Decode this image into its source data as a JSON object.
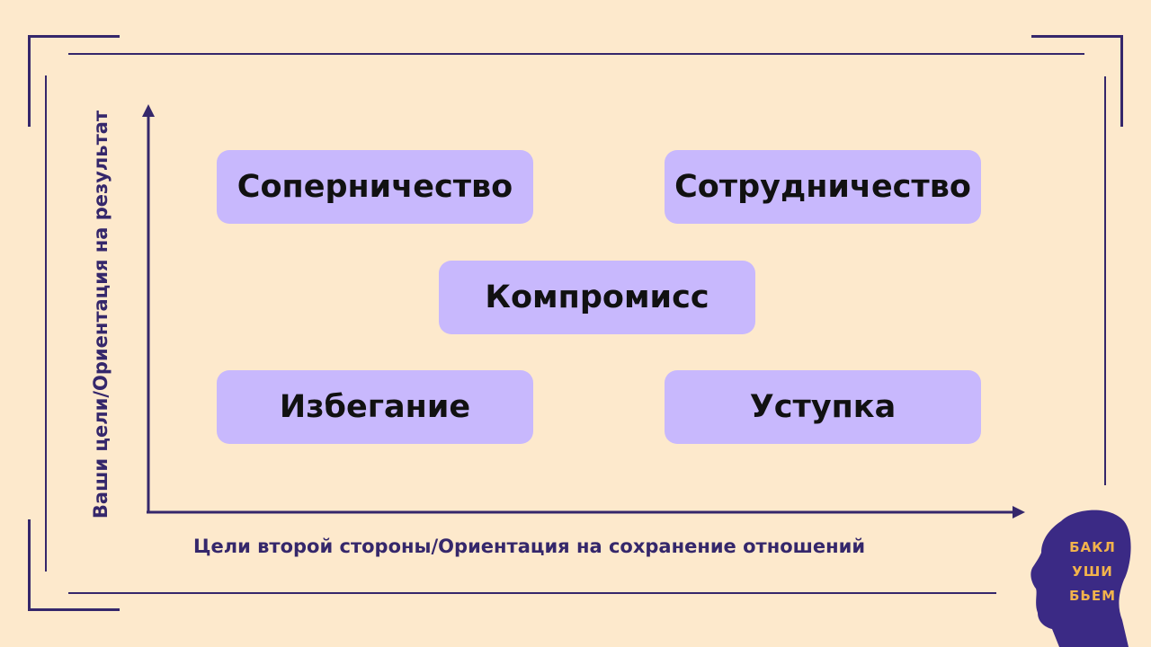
{
  "diagram": {
    "y_axis_label": "Ваши цели/Ориентация на результат",
    "x_axis_label": "Цели второй стороны/Ориентация на сохранение отношений",
    "strategies": {
      "competition": "Соперничество",
      "collaboration": "Сотрудничество",
      "compromise": "Компромисс",
      "avoidance": "Избегание",
      "accommodation": "Уступка"
    }
  },
  "logo": {
    "lines": [
      "БАКЛ",
      "УШИ",
      "БЬЕМ"
    ]
  },
  "colors": {
    "background": "#fde9cc",
    "accent": "#35276b",
    "box": "#c8b8fd"
  }
}
